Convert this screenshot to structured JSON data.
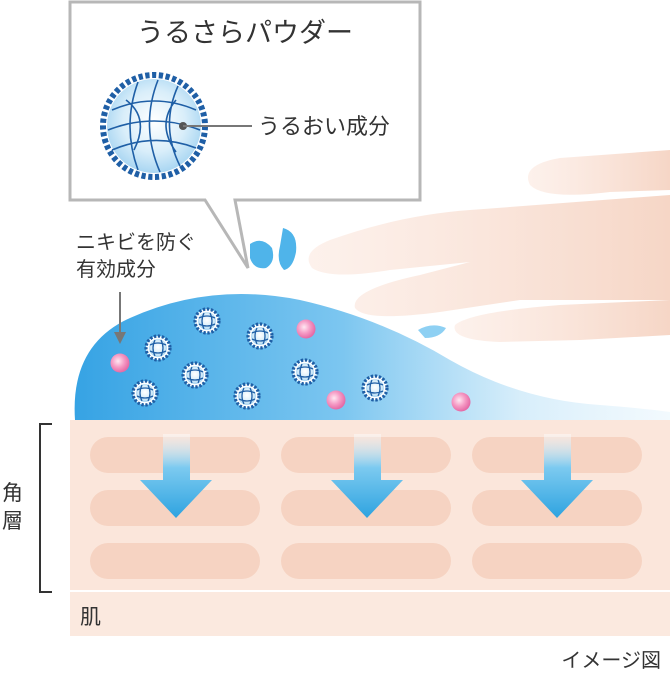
{
  "callout": {
    "title": "うるさらパウダー",
    "label": "うるおい成分"
  },
  "acne_label": {
    "line1": "ニキビを防ぐ",
    "line2": "有効成分"
  },
  "layer_label": {
    "line1": "角",
    "line2": "層"
  },
  "skin_label": "肌",
  "caption": "イメージ図",
  "colors": {
    "powder_blue": "#1f5fa6",
    "gel_blue": "#3aa6e6",
    "arrow_blue": "#2ea3e0",
    "acne_pink": "#e56aa6",
    "skin": "#fbe3d6",
    "skin_cell": "#f7d3c2"
  }
}
